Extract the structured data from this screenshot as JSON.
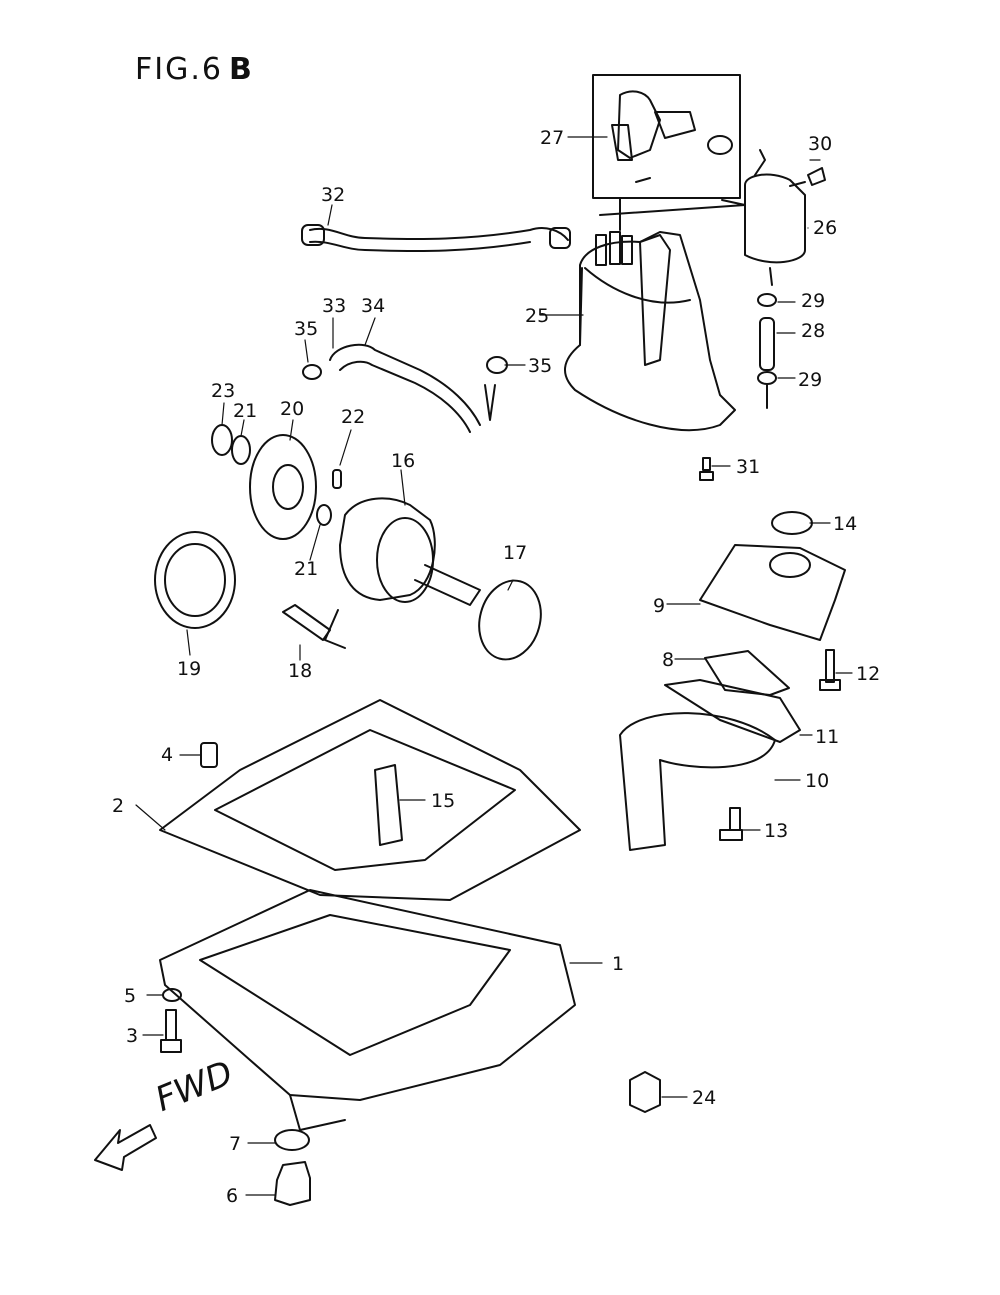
{
  "figure": {
    "title": "FIG.6",
    "suffix": "B"
  },
  "direction": {
    "label": "FWD"
  },
  "callouts": [
    "1",
    "2",
    "3",
    "4",
    "5",
    "6",
    "7",
    "8",
    "9",
    "10",
    "11",
    "12",
    "13",
    "14",
    "15",
    "16",
    "17",
    "18",
    "19",
    "20",
    "21",
    "21",
    "22",
    "23",
    "24",
    "25",
    "26",
    "27",
    "28",
    "29",
    "29",
    "30",
    "31",
    "32",
    "33",
    "34",
    "35",
    "35"
  ],
  "palette": {
    "ink": "#111111",
    "paper": "#ffffff"
  }
}
